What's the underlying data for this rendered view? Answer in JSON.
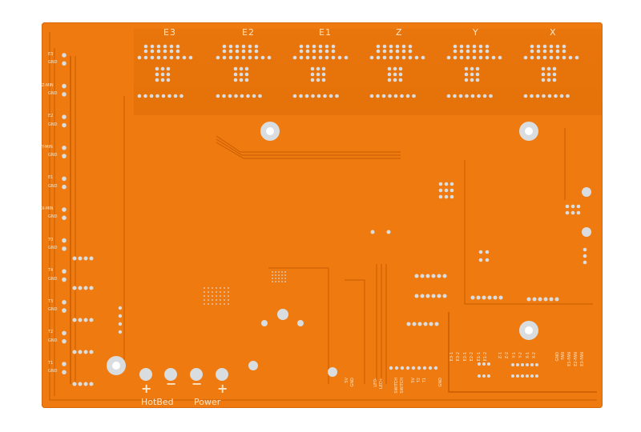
{
  "axis_labels": [
    "E3",
    "E2",
    "E1",
    "Z",
    "Y",
    "X"
  ],
  "left_labels": [
    "E3",
    "GND",
    "Z-MIN",
    "GND",
    "E2",
    "GND",
    "Y-MIN",
    "GND",
    "E1",
    "GND",
    "X-MIN",
    "GND",
    "T0",
    "GND",
    "T4",
    "GND",
    "T3",
    "GND",
    "T2",
    "GND",
    "T1",
    "GND"
  ],
  "bottom_labels": {
    "hotbed": "HotBed",
    "power": "Power",
    "plus": "+",
    "minus": "−"
  },
  "bottom_small_labels": [
    "5V",
    "GND",
    "LED-",
    "LED+",
    "SWITCH",
    "SWITCH",
    "5V",
    "T2",
    "T1",
    "GND",
    "E3-1",
    "E3-2",
    "E2-1",
    "E2-2",
    "E1-1",
    "E1-2",
    "Z-1",
    "Z-2",
    "Y-1",
    "Y-2",
    "X-1",
    "X-2",
    "GND",
    "FAN",
    "E1-FAN",
    "E2-FAN",
    "E3-FAN"
  ],
  "colors": {
    "board": "#ee7a10",
    "silkscreen": "#fbe6c8",
    "trace": "#c85c00",
    "pad": "#d9dde0"
  }
}
